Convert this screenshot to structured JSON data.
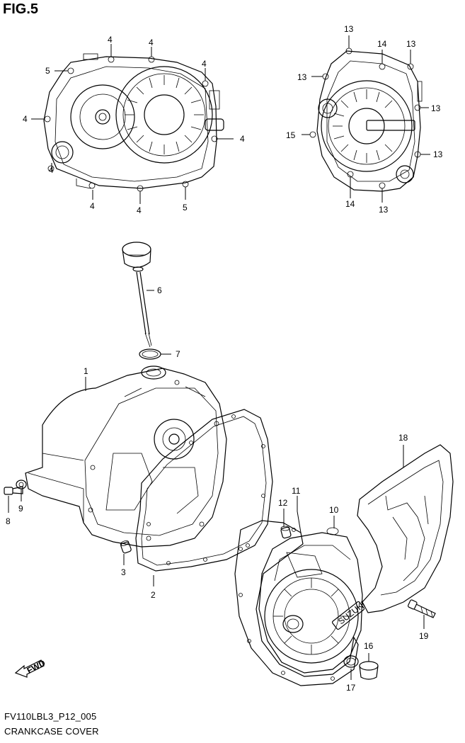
{
  "figure": {
    "title": "FIG.5"
  },
  "footer": {
    "code": "FV110LBL3_P12_005",
    "caption": "CRANKCASE COVER"
  },
  "icons": {
    "direction_arrow": "fwd-arrow-icon",
    "direction_text": "FWD"
  },
  "brand_mark": "SUZUKI",
  "callouts": {
    "c4a": "4",
    "c4b": "4",
    "c4c": "4",
    "c4d": "4",
    "c4e": "4",
    "c4f": "4",
    "c4g": "4",
    "c4h": "4",
    "c5a": "5",
    "c5b": "5",
    "c13a": "13",
    "c13b": "13",
    "c13c": "13",
    "c13d": "13",
    "c13e": "13",
    "c13f": "13",
    "c14a": "14",
    "c14b": "14",
    "c15": "15",
    "c1": "1",
    "c2": "2",
    "c3": "3",
    "c6": "6",
    "c7": "7",
    "c8": "8",
    "c9": "9",
    "c10": "10",
    "c11": "11",
    "c12": "12",
    "c16": "16",
    "c17": "17",
    "c18": "18",
    "c19": "19"
  }
}
